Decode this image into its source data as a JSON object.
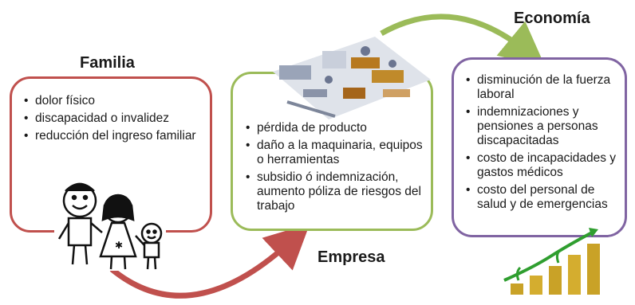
{
  "familia": {
    "title": "Familia",
    "items": [
      "dolor físico",
      "discapacidad o invalidez",
      "reducción del ingreso familiar"
    ]
  },
  "empresa": {
    "title": "Empresa",
    "items": [
      "pérdida de producto",
      "daño a la maquinaria, equipos o herramientas",
      "subsidio ó indemnización, aumento póliza de riesgos del trabajo"
    ]
  },
  "economia": {
    "title": "Economía",
    "items": [
      "disminución de la fuerza laboral",
      "indemnizaciones y pensiones a personas discapacitadas",
      "costo de incapacidades y gastos médicos",
      "costo del personal de salud y de emergencias"
    ]
  },
  "colors": {
    "familia_border": "#c0504d",
    "empresa_border": "#9bbb59",
    "economia_border": "#8064a2",
    "arrow_familia_to_empresa": "#c0504d",
    "arrow_empresa_to_economia": "#9bbb59"
  },
  "icons": [
    "family-drawing-icon",
    "factory-illustration-icon",
    "coin-stacks-growth-icon"
  ]
}
